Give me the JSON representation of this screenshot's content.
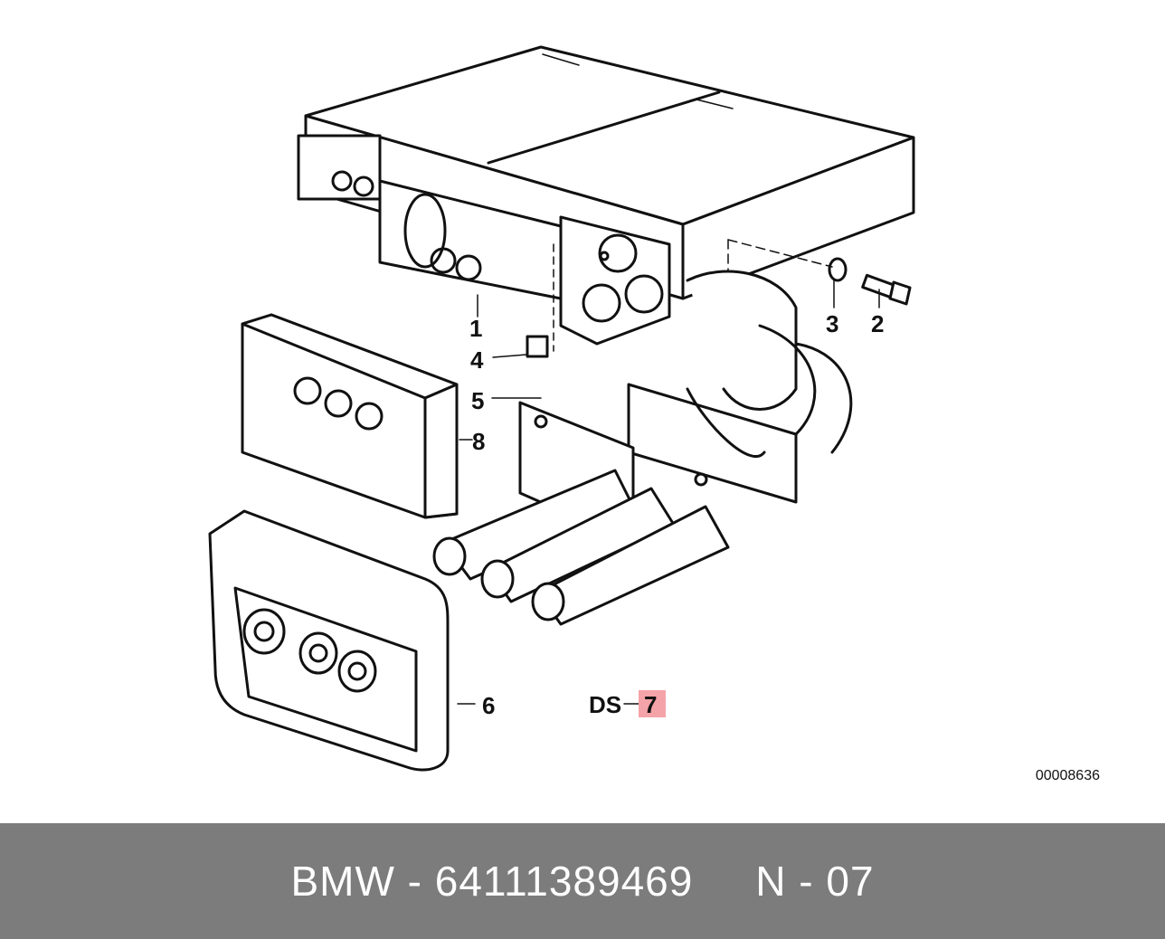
{
  "diagram": {
    "callouts": {
      "c1": "1",
      "c2": "2",
      "c3": "3",
      "c4": "4",
      "c5": "5",
      "c6": "6",
      "c7": "7",
      "c8": "8",
      "ds": "DS"
    },
    "reference_code": "00008636",
    "highlight_color": "#f4a3a8"
  },
  "footer": {
    "brand": "BMW",
    "separator1": " - ",
    "part_number": "64111389469",
    "gap": "     ",
    "code": "N - 07",
    "background": "#7c7c7c"
  }
}
